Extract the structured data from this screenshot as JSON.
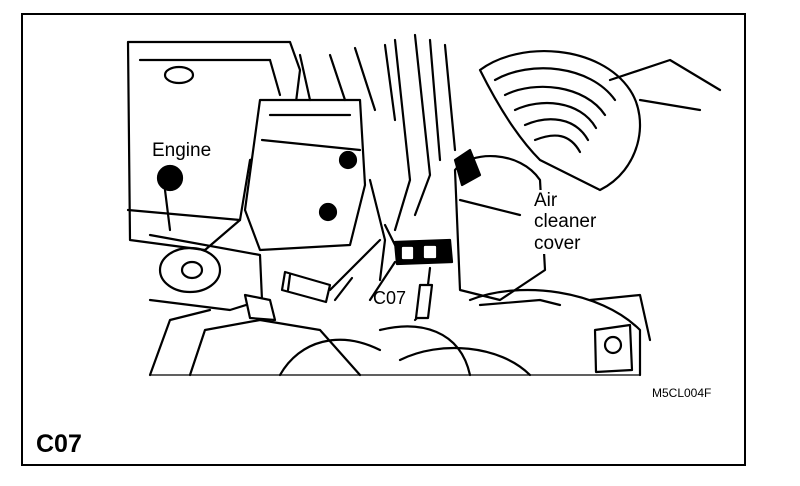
{
  "figure": {
    "id_label": "C07",
    "drawing_code": "M5CL004F"
  },
  "callouts": {
    "engine": "Engine",
    "air_cleaner_cover": [
      "Air",
      "cleaner",
      "cover"
    ],
    "connector": "C07"
  },
  "colors": {
    "ink": "#000000",
    "paper": "#ffffff"
  }
}
